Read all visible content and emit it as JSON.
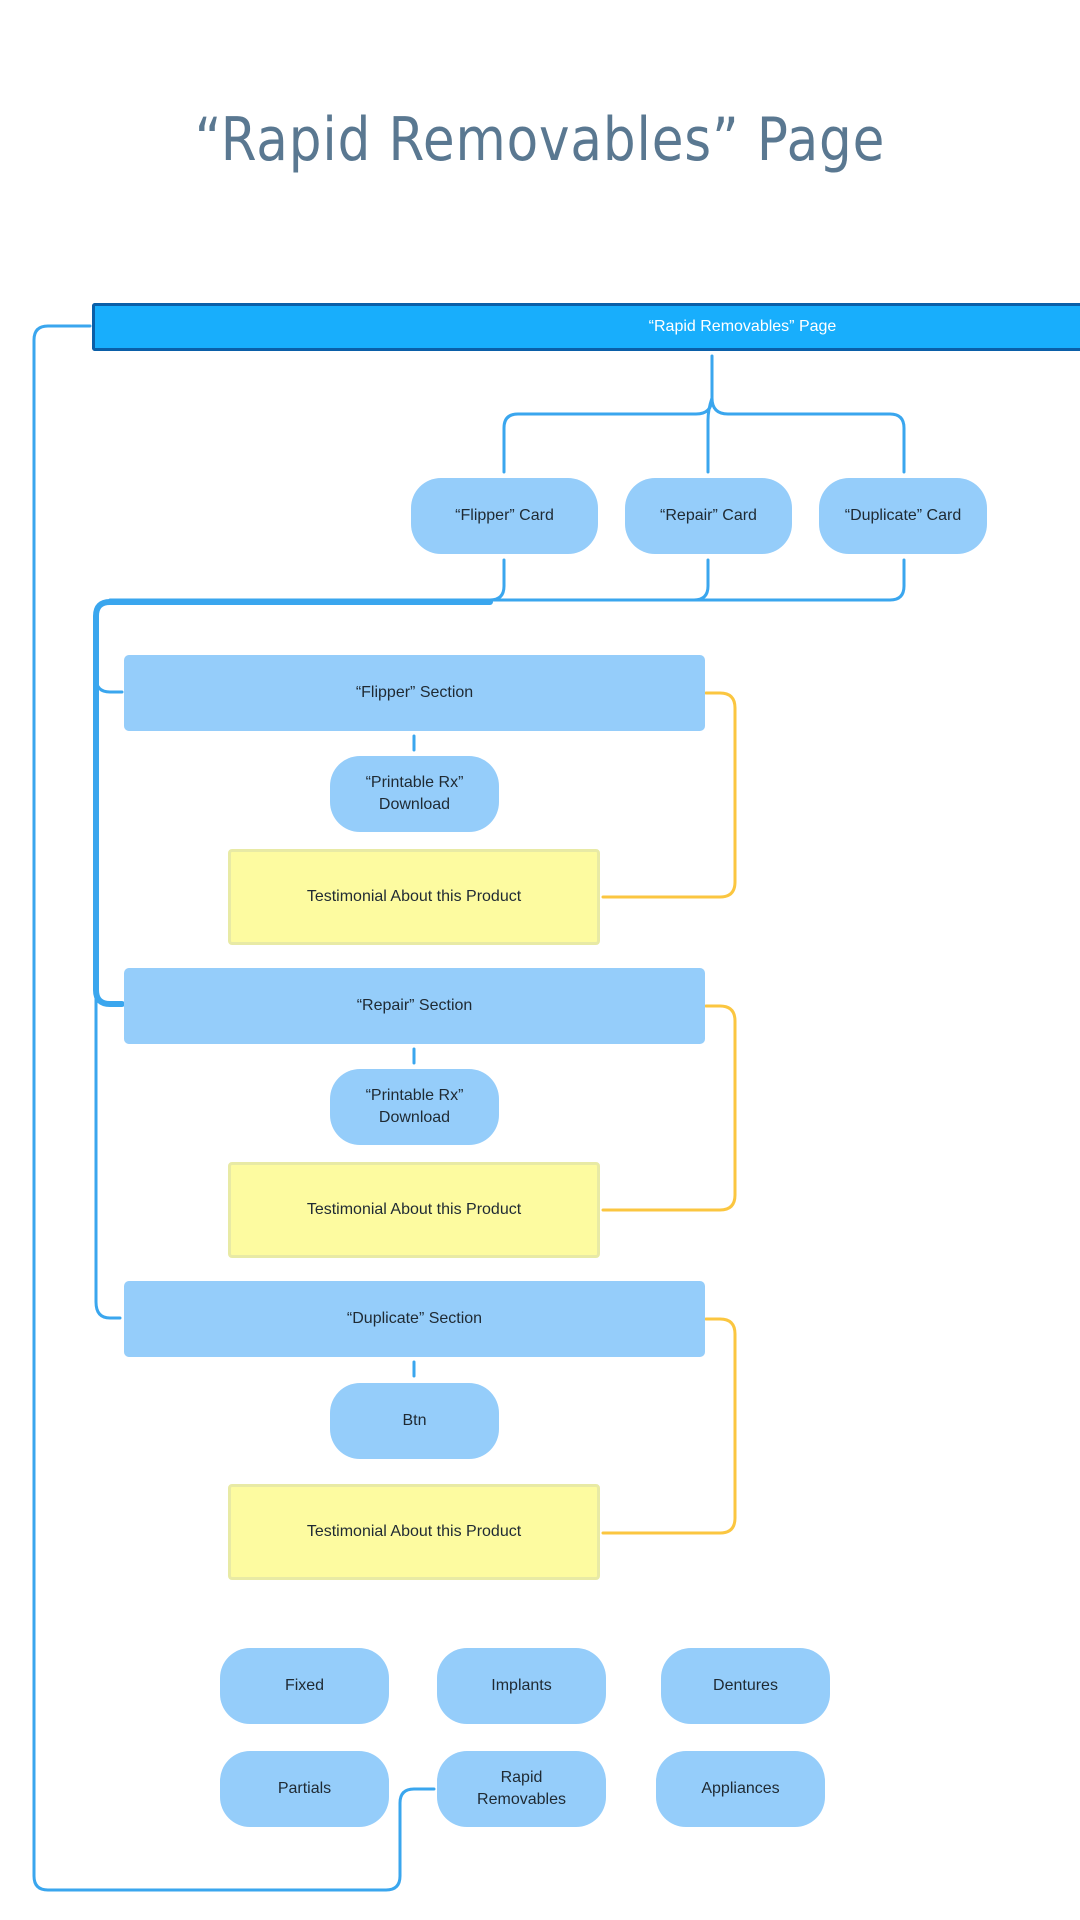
{
  "title": "“Rapid Removables” Page",
  "header": {
    "label": "“Rapid Removables” Page"
  },
  "cards": {
    "flipper": "“Flipper” Card",
    "repair": "“Repair” Card",
    "duplicate": "“Duplicate” Card"
  },
  "sections": {
    "flipper": {
      "label": "“Flipper” Section",
      "action": "“Printable Rx” Download",
      "testimonial": "Testimonial About this Product"
    },
    "repair": {
      "label": "“Repair” Section",
      "action": "“Printable Rx” Download",
      "testimonial": "Testimonial About this Product"
    },
    "duplicate": {
      "label": "“Duplicate” Section",
      "action": "Btn",
      "testimonial": "Testimonial About this Product"
    }
  },
  "nav": {
    "fixed": "Fixed",
    "implants": "Implants",
    "dentures": "Dentures",
    "partials": "Partials",
    "rapid_removables": "Rapid Removables",
    "appliances": "Appliances"
  },
  "colors": {
    "title": "#5a7891",
    "header_fill": "#18aefc",
    "header_border": "#0a5fa8",
    "node_fill": "#95cdfa",
    "connector_blue": "#3aa6ee",
    "connector_yellow": "#fbc640",
    "testimonial_fill": "#fdfba0"
  }
}
